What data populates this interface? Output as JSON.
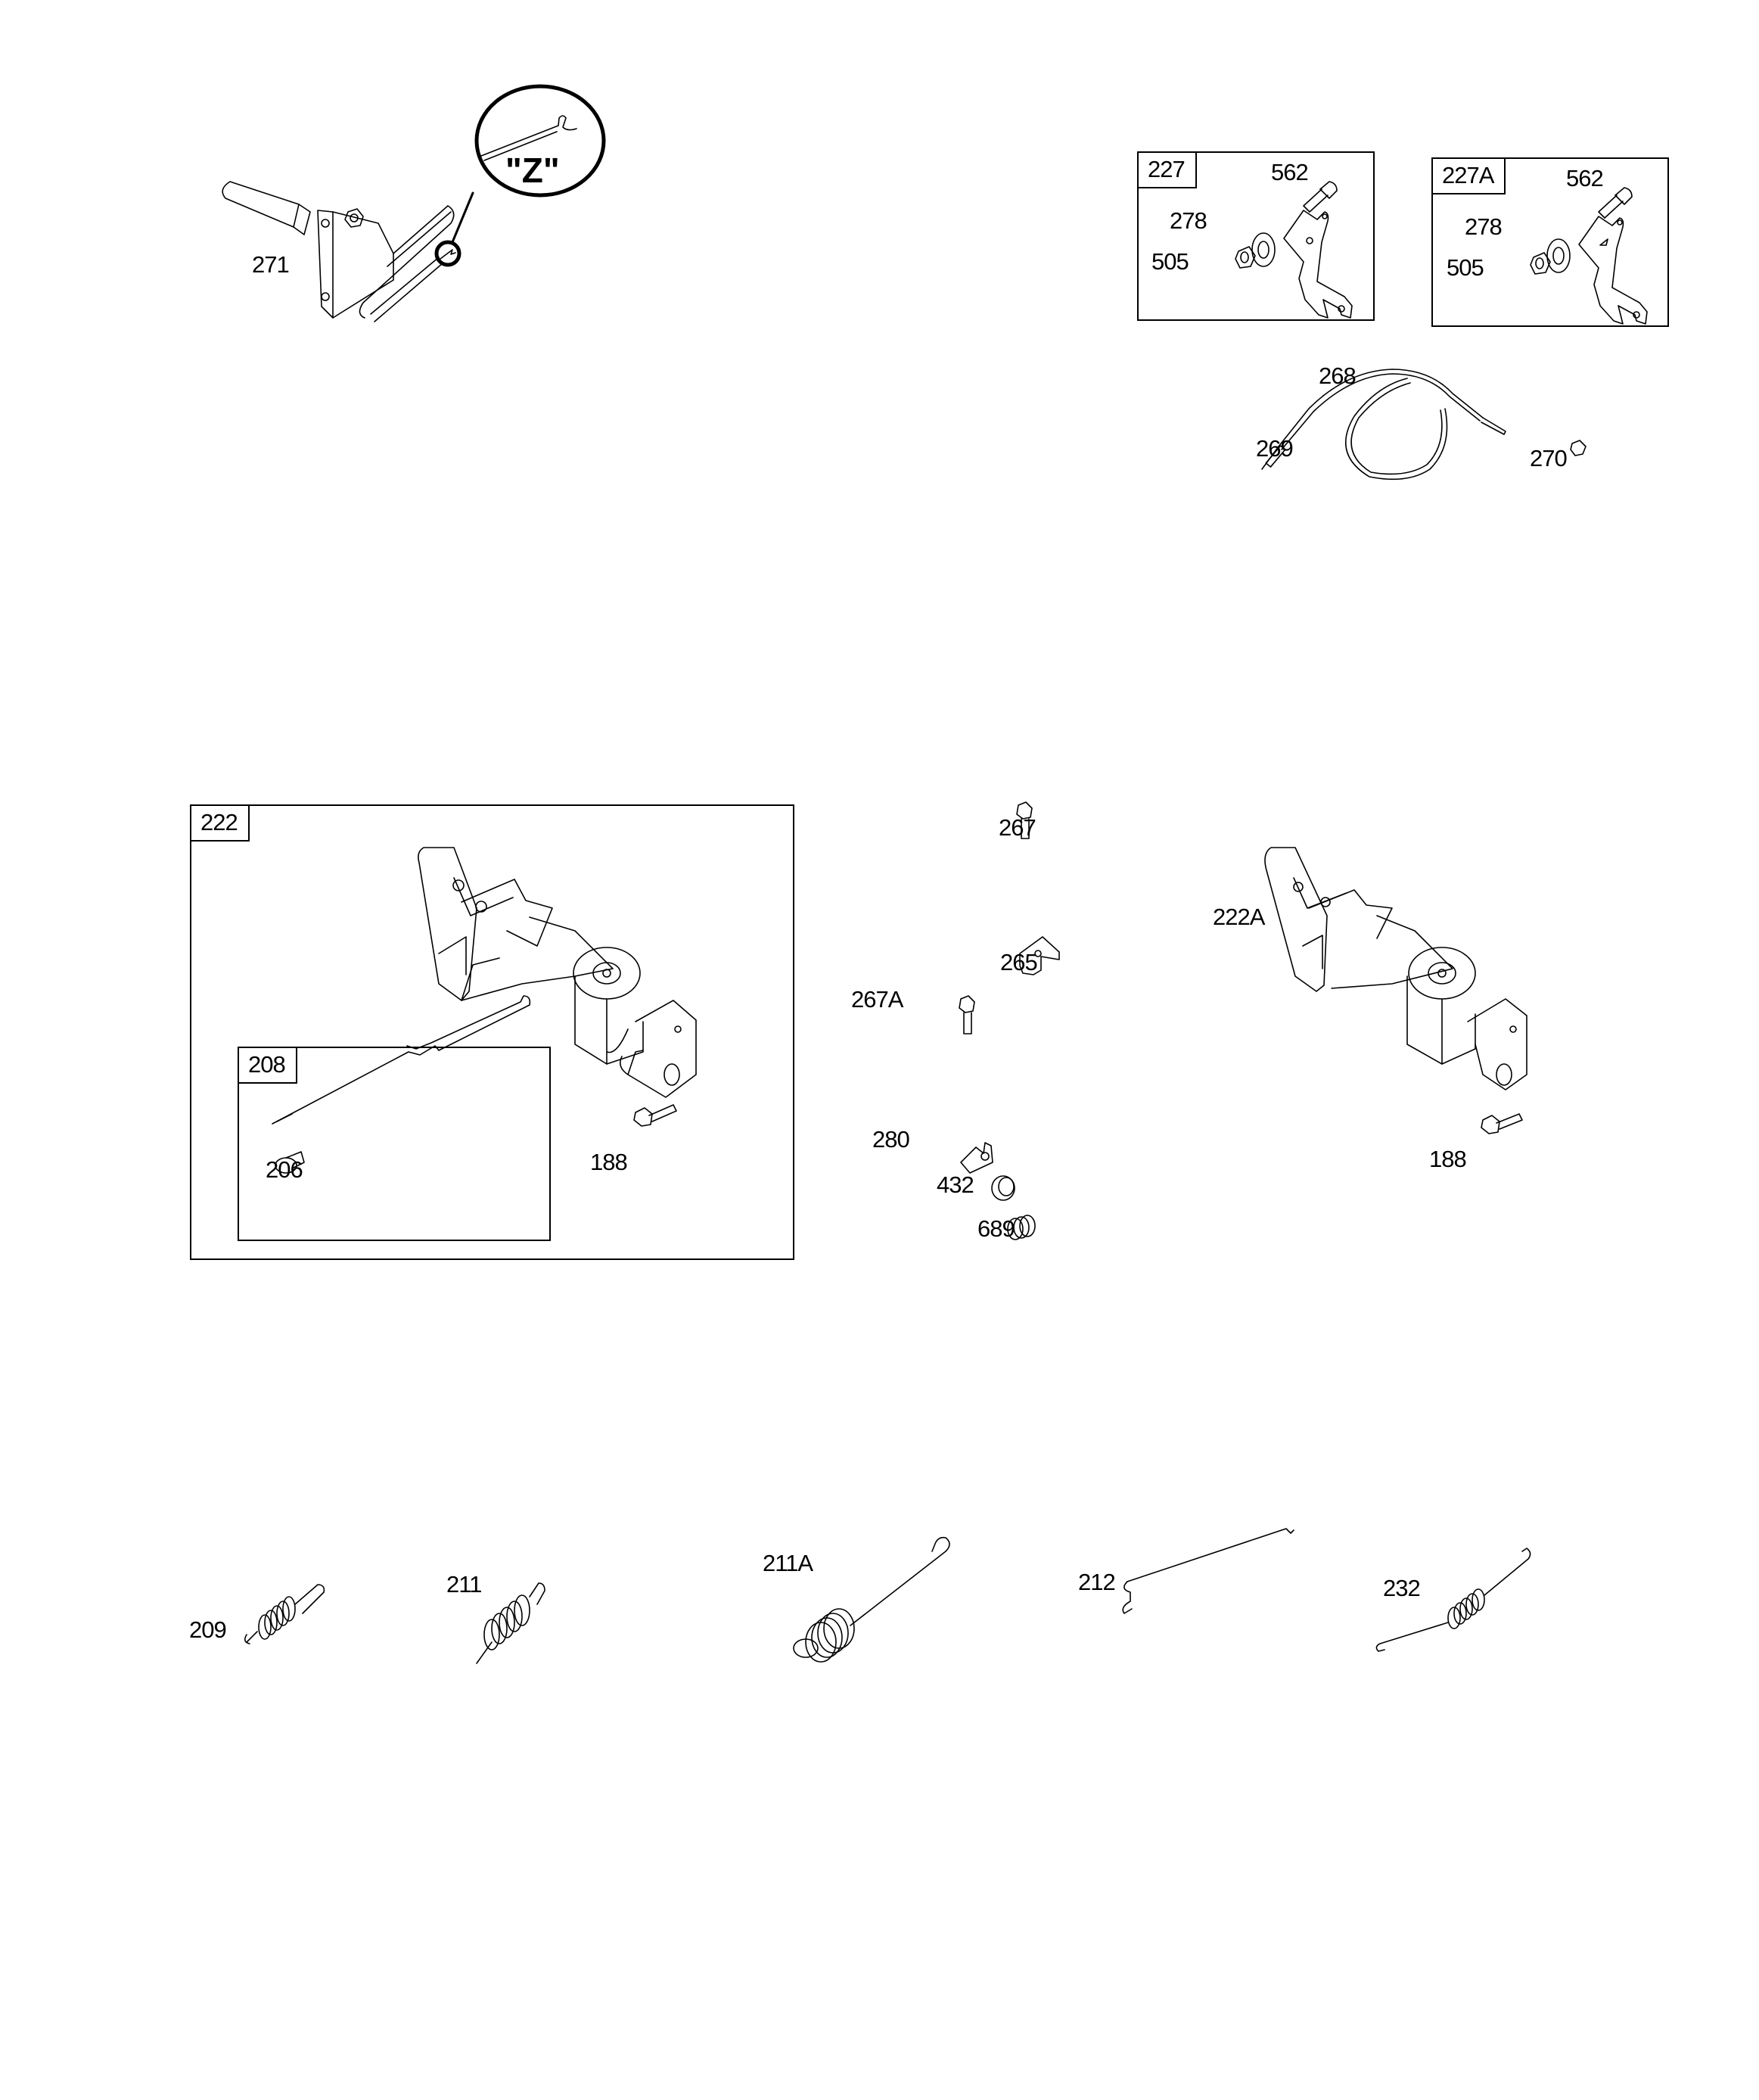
{
  "diagram": {
    "top_left": {
      "part_271": "271",
      "detail_label": "\"Z\""
    },
    "box_227": {
      "tag": "227",
      "parts": [
        "562",
        "278",
        "505"
      ]
    },
    "box_227A": {
      "tag": "227A",
      "parts": [
        "562",
        "278",
        "505"
      ]
    },
    "cable": {
      "parts": [
        "268",
        "269",
        "270"
      ]
    },
    "box_222": {
      "tag": "222",
      "sub_box_208": {
        "tag": "208",
        "parts": [
          "206"
        ]
      },
      "parts": [
        "188"
      ]
    },
    "loose_parts": [
      "267",
      "265",
      "267A",
      "280",
      "432",
      "689"
    ],
    "assembly_222A": {
      "label": "222A",
      "parts": [
        "188"
      ]
    },
    "springs": [
      "209",
      "211",
      "211A",
      "212",
      "232"
    ]
  }
}
